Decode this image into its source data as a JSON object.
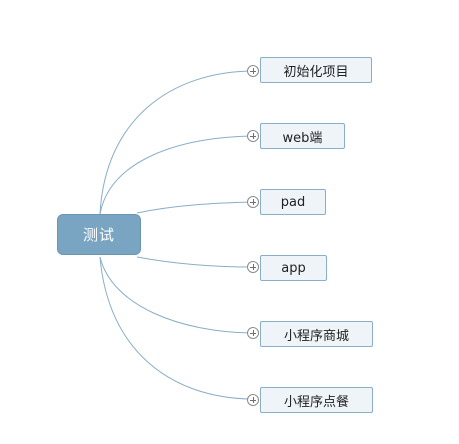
{
  "root": {
    "label": "测试"
  },
  "topics": [
    {
      "label": "初始化项目"
    },
    {
      "label": "web端"
    },
    {
      "label": "pad"
    },
    {
      "label": "app"
    },
    {
      "label": "小程序商城"
    },
    {
      "label": "小程序点餐"
    }
  ],
  "icons": {
    "expander": "plus-circle-icon"
  },
  "colors": {
    "root_fill": "#7aa5c2",
    "topic_fill": "#eef4f8",
    "topic_border": "#8aaec5",
    "connector": "#8aaec5"
  }
}
